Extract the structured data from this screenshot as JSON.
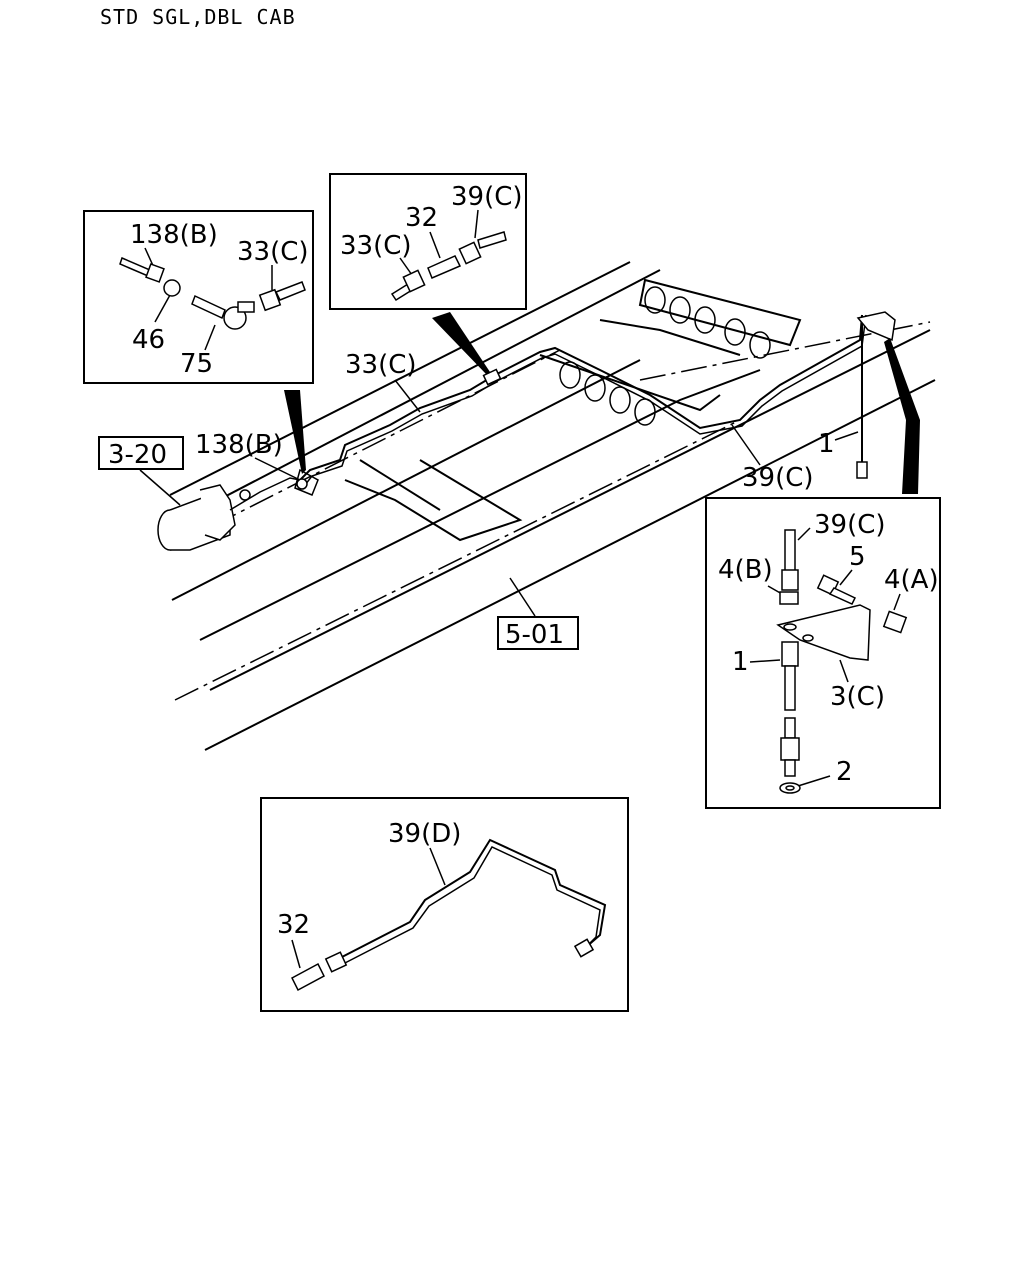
{
  "header": {
    "title": "STD SGL,DBL CAB"
  },
  "refs": {
    "r320": "3-20",
    "r501": "5-01"
  },
  "main_labels": {
    "l33c": "33(C)",
    "l138b": "138(B)",
    "l39c": "39(C)",
    "l1": "1"
  },
  "inset_left": {
    "l138b": "138(B)",
    "l33c": "33(C)",
    "l46": "46",
    "l75": "75"
  },
  "inset_top": {
    "l32": "32",
    "l39c": "39(C)",
    "l33c": "33(C)"
  },
  "inset_right": {
    "l39c": "39(C)",
    "l4b": "4(B)",
    "l5": "5",
    "l4a": "4(A)",
    "l1": "1",
    "l3c": "3(C)",
    "l2": "2"
  },
  "inset_bottom": {
    "l39d": "39(D)",
    "l32": "32"
  }
}
